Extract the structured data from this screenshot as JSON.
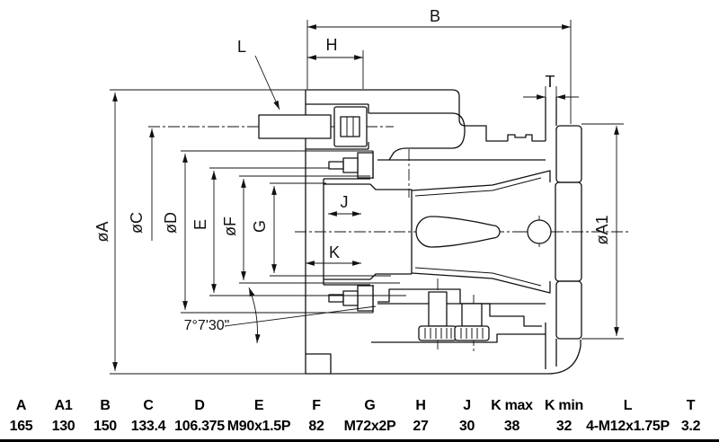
{
  "drawing": {
    "labels": {
      "B": "B",
      "H": "H",
      "L": "L",
      "T": "T",
      "J": "J",
      "K": "K",
      "diaA": "øA",
      "diaC": "øC",
      "diaD": "øD",
      "E": "E",
      "diaF": "øF",
      "G": "G",
      "diaA1": "øA1",
      "taper_angle": "7°7'30\""
    },
    "line_color": "#111111",
    "background": "#ffffff"
  },
  "spec_table": {
    "columns": [
      {
        "label": "A",
        "value": "165"
      },
      {
        "label": "A1",
        "value": "130"
      },
      {
        "label": "B",
        "value": "150"
      },
      {
        "label": "C",
        "value": "133.4"
      },
      {
        "label": "D",
        "value": "106.375"
      },
      {
        "label": "E",
        "value": "M90x1.5P"
      },
      {
        "label": "F",
        "value": "82"
      },
      {
        "label": "G",
        "value": "M72x2P"
      },
      {
        "label": "H",
        "value": "27"
      },
      {
        "label": "J",
        "value": "30"
      },
      {
        "label": "K max",
        "value": "38"
      },
      {
        "label": "K min",
        "value": "32"
      },
      {
        "label": "L",
        "value": "4-M12x1.75P"
      },
      {
        "label": "T",
        "value": "3.2"
      }
    ]
  }
}
